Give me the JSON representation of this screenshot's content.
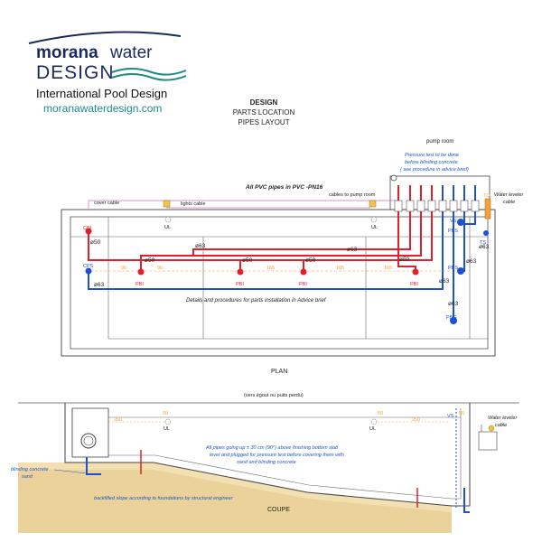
{
  "logo": {
    "brand_bold": "morana",
    "brand_light": "water",
    "design": "DESIGN",
    "tagline": "International Pool Design",
    "website": "moranawaterdesign.com"
  },
  "header": {
    "line1": "DESIGN",
    "line2": "PARTS LOCATION",
    "line3": "PIPES LAYOUT"
  },
  "plan": {
    "pump_room": "pump room",
    "pressure_note": [
      "Pressure test to be done",
      "before blinding concrete",
      "( see procedure in advice brief)"
    ],
    "pvc_note": "All PVC pipes in PVC -PN16",
    "cover_cable": "cover cable",
    "lights_cable": "lights cable",
    "cables_to_pump_room": "cables to pump room",
    "to": "TO",
    "water_leveler": [
      "Water leveler",
      "cable"
    ],
    "cbi": "CBI",
    "cps": "CPS",
    "ul": "UL",
    "vs": "VS",
    "ts": "TS",
    "pbs": "PBS",
    "pbg": "PBG",
    "pbi": "PBI",
    "d50": "ø50",
    "d63": "ø63",
    "dim_90": "90",
    "dim_165": "165",
    "details_note": "Details and procedures for parts installation in Advice brief",
    "title": "PLAN"
  },
  "section": {
    "drain_note": "(vers égout ou puits perdu)",
    "dim_250": "250",
    "dim_50": "50",
    "ul": "UL",
    "vs": "VS",
    "water_leveler": [
      "Water leveler",
      "cable"
    ],
    "pipes_note": [
      "All pipes going up ± 30 cm (90°) above finishing bottom slab",
      "level and plugged for pressure test before covering them with",
      "sand and blinding concrete"
    ],
    "blinding": [
      "blinding concrete",
      "sand"
    ],
    "backfill_note": "backfilled slope according to foundations  by structural engineer",
    "title": "COUPE"
  },
  "colors": {
    "brand_navy": "#1b2a5c",
    "brand_teal": "#1f8a8a",
    "pipe_red": "#e0202a",
    "pipe_blue": "#1e4fd8",
    "note_blue": "#1e56c8",
    "sand": "#f2dfb2"
  }
}
